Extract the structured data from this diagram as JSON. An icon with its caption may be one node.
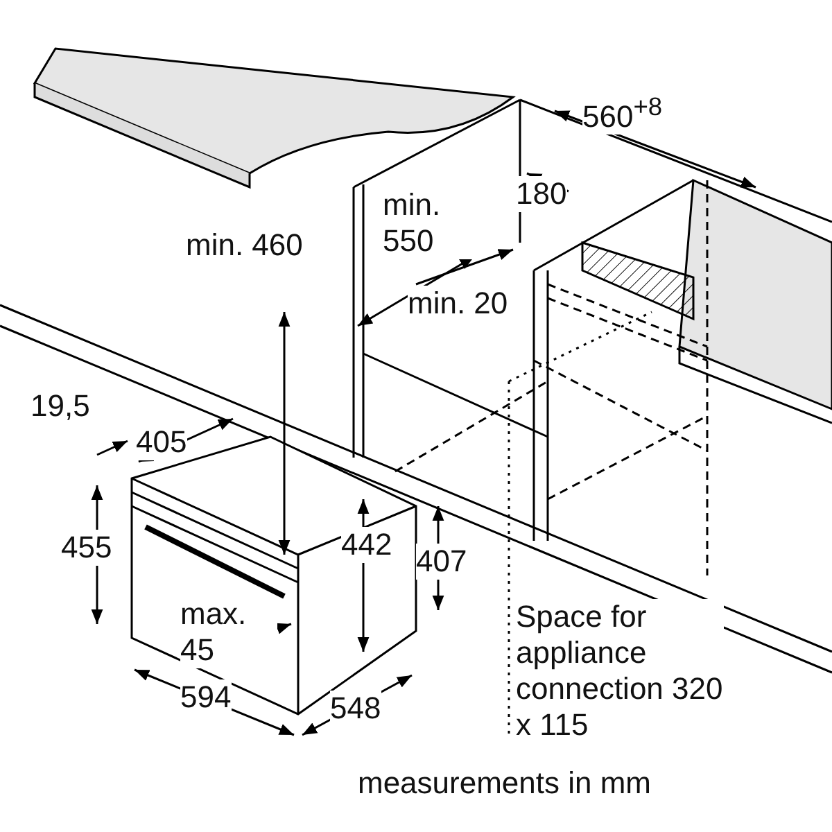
{
  "diagram": {
    "labels": [
      "560$^{+8}$",
      "180",
      "min. 460",
      "min. 550",
      "min. 20",
      "19,5",
      "405",
      "455",
      "442",
      "407",
      "max. 45",
      "594",
      "548",
      "Space for appliance connection 320 x 115",
      "measurements in mm"
    ]
  }
}
